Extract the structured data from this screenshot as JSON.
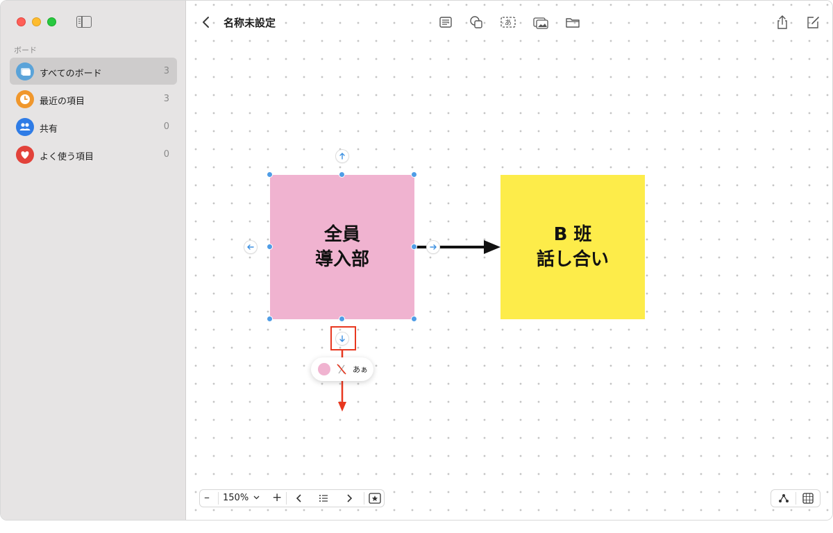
{
  "sidebar": {
    "section_label": "ボード",
    "items": [
      {
        "label": "すべてのボード",
        "count": "3",
        "icon": "boards-icon",
        "color": "#5aa3d9"
      },
      {
        "label": "最近の項目",
        "count": "3",
        "icon": "clock-icon",
        "color": "#f0972c"
      },
      {
        "label": "共有",
        "count": "0",
        "icon": "people-icon",
        "color": "#2f7ce6"
      },
      {
        "label": "よく使う項目",
        "count": "0",
        "icon": "heart-icon",
        "color": "#e2423a"
      }
    ]
  },
  "header": {
    "title": "名称未設定",
    "toolbar": [
      "text-box-icon",
      "shapes-icon",
      "text-icon",
      "media-icon",
      "folder-icon"
    ],
    "right": [
      "share-icon",
      "compose-icon"
    ]
  },
  "canvas": {
    "note_pink": {
      "line1": "全員",
      "line2": "導入部",
      "color": "#f0b3d0"
    },
    "note_yellow": {
      "line1": "B 班",
      "line2": "話し合い",
      "color": "#fdec4a"
    },
    "format_bar": {
      "color_dot": "#f0b3d0",
      "text_label": "あぁ"
    },
    "highlight_color": "#e8371f"
  },
  "bottom": {
    "zoom": "150%",
    "minus": "–",
    "plus": "+"
  }
}
